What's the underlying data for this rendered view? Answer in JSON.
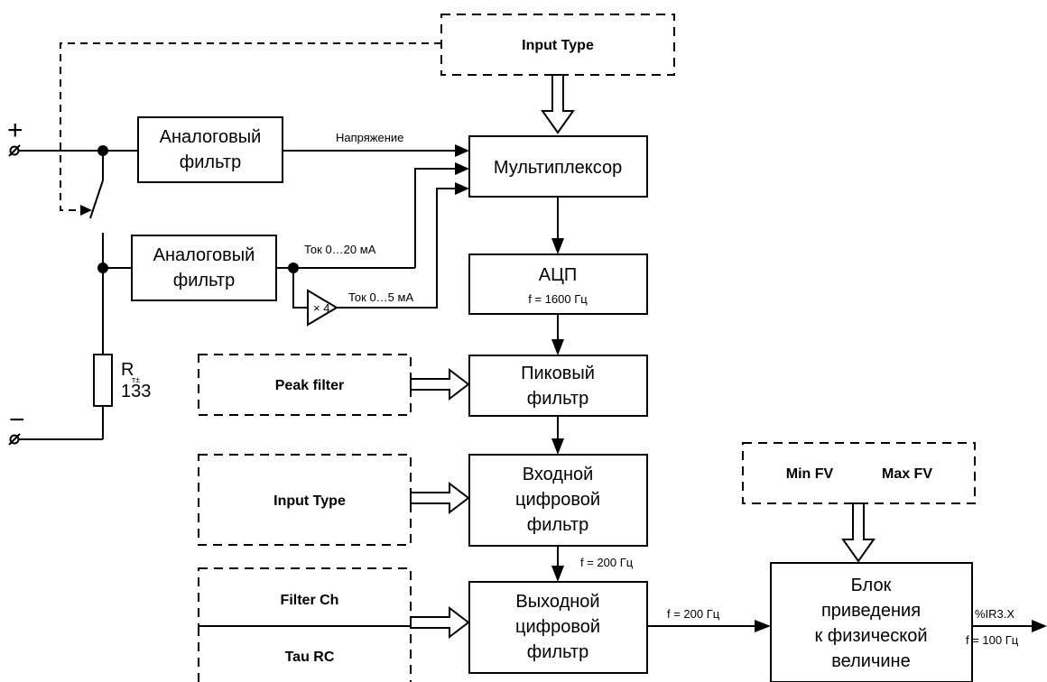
{
  "blocks": {
    "filter1": [
      "Аналоговый",
      "фильтр"
    ],
    "filter2": [
      "Аналоговый",
      "фильтр"
    ],
    "mux": "Мультиплексор",
    "adc": {
      "title": "АЦП",
      "freq": "f = 1600 Гц"
    },
    "peak": [
      "Пиковый",
      "фильтр"
    ],
    "input_filter": [
      "Входной",
      "цифровой",
      "фильтр"
    ],
    "output_filter": [
      "Выходной",
      "цифровой",
      "фильтр"
    ],
    "scale": [
      "Блок",
      "приведения",
      "к физической",
      "величине"
    ]
  },
  "params": {
    "input_type_top": "Input Type",
    "peak_filter": "Peak filter",
    "input_type": "Input Type",
    "filter_ch": "Filter Ch",
    "tau_rc": "Tau RC",
    "min_fv": "Min FV",
    "max_fv": "Max FV"
  },
  "signals": {
    "voltage": "Напряжение",
    "current_20": "Ток 0…20 мА",
    "current_5": "Ток 0…5 мА",
    "amp": "× 4",
    "f200_a": "f = 200 Гц",
    "f200_b": "f = 200 Гц",
    "output": "%IR3.X",
    "f100": "f = 100 Гц"
  },
  "resistor": {
    "label": "R",
    "sub": "т±",
    "value": "133"
  },
  "terminals": {
    "plus": "+",
    "minus": "−"
  }
}
